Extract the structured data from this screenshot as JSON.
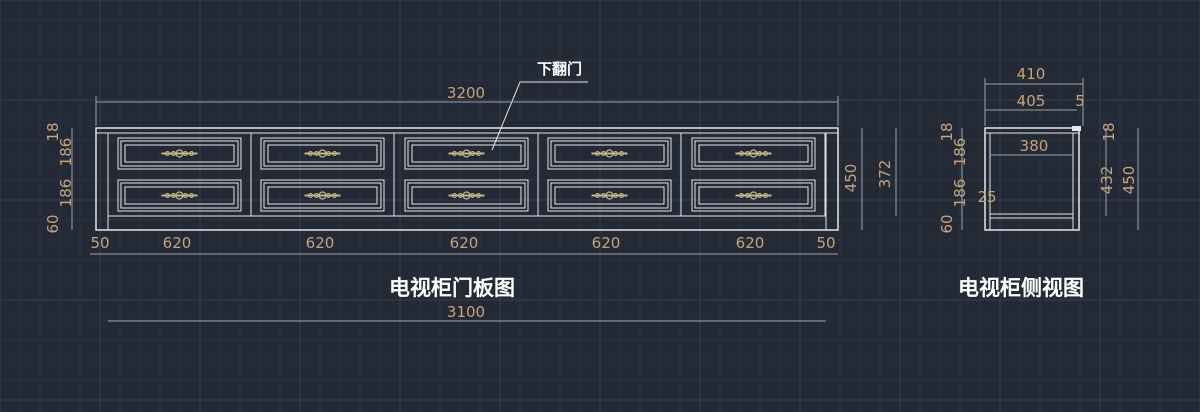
{
  "front_view": {
    "title": "电视柜门板图",
    "callout": "下翻门",
    "overall_top": "3200",
    "overall_bottom": "3100",
    "bottom_dims": [
      "50",
      "620",
      "620",
      "620",
      "620",
      "620",
      "50"
    ],
    "left_dims": [
      "18",
      "186",
      "186",
      "60"
    ],
    "right_dims": [
      "450",
      "372"
    ]
  },
  "side_view": {
    "title": "电视柜侧视图",
    "top_dim_outer": "410",
    "top_dim_inner": "405",
    "top_dim_offset": "5",
    "inner_width": "380",
    "left_dims": [
      "18",
      "186",
      "186",
      "60"
    ],
    "inner_offset": "25",
    "right_dims_inner": [
      "18",
      "432"
    ],
    "right_dim_outer": "450"
  },
  "colors": {
    "background": "#232a36",
    "grid_minor": "#2c3441",
    "grid_major": "#353f4e",
    "dimension": "#c9a27a",
    "linework": "#e6e6e6",
    "title": "#ffffff"
  }
}
